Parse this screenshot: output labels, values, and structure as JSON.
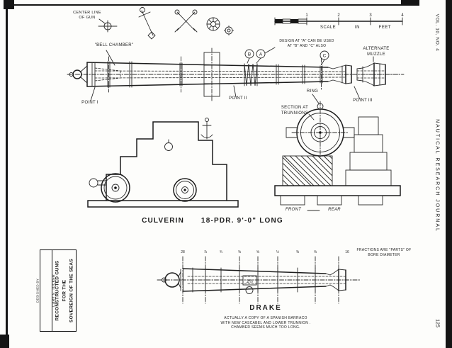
{
  "edge": {
    "volume": "VOL. 10, NO. 4",
    "journal": "NAUTICAL RESEARCH JOURNAL",
    "page_number": "125"
  },
  "header": {
    "center_line": "CENTER LINE\nOF GUN",
    "scale_ticks": [
      "1",
      "2",
      "3",
      "4"
    ],
    "scale_words": [
      "SCALE",
      "IN",
      "FEET"
    ]
  },
  "culverin": {
    "bell_chamber": "\"BELL CHAMBER\"",
    "design_note": "DESIGN AT \"A\" CAN BE USED\nAT \"B\" AND \"C\" ALSO",
    "alt_muzzle": "ALTERNATE\nMUZZLE",
    "point1": "POINT I",
    "point2": "POINT II",
    "point3": "POINT III",
    "ring_label": "RING",
    "section_label": "SECTION AT\nTRUNNIONS",
    "letter_b": "B",
    "letter_a": "A",
    "letter_c": "C",
    "front_label": "FRONT",
    "rear_label": "REAR",
    "caption": "CULVERIN      18-PDR. 9'-0\" LONG"
  },
  "drake": {
    "caption": "DRAKE",
    "note": "ACTUALLY A COPY OF A SPANISH BARRACO\nWITH NEW CASCABEL AND LOWER TRUNNION .\nCHAMBER SEEMS MUCH TOO LONG.",
    "fractions_note": "FRACTIONS ARE \"PARTS\" OF\nBORE DIAMETER",
    "bore": "2½",
    "dims": [
      "28",
      "⅞",
      "¾",
      "⅝",
      "⅝",
      "½",
      "⅜",
      "⅝",
      "16"
    ]
  },
  "credit": {
    "designed_by": "DESIGNED BY",
    "designer": "CARY S. TUCKER",
    "title": "RECONSTRUCTED GUNS\nFOR THE\nSOVEREIGN OF THE SEAS"
  }
}
